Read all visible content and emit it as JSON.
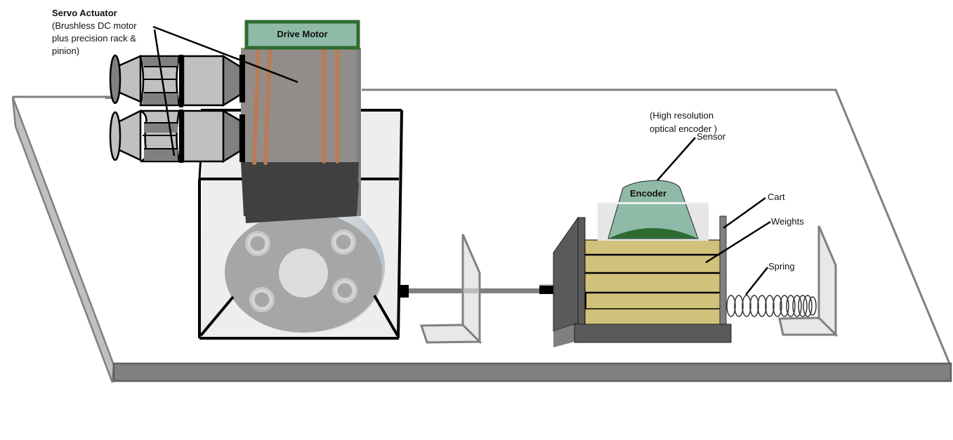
{
  "diagram": {
    "title": "Servo-driven cart and spring test rig",
    "labels": {
      "servo_actuator_title": "Servo Actuator",
      "servo_actuator_desc_1": "(Brushless DC motor",
      "servo_actuator_desc_2": "plus precision rack &",
      "servo_actuator_desc_3": "pinion)",
      "drive_motor": "Drive Motor",
      "encoder_desc_1": "(High resolution",
      "encoder_desc_2": "optical encoder )",
      "sensor": "Sensor",
      "encoder": "Encoder",
      "cart": "Cart",
      "weights": "Weights",
      "spring": "Spring"
    },
    "components": [
      "base-platform",
      "servo-actuator",
      "drive-motor",
      "motor-housing-box",
      "flange-disk",
      "shaft",
      "shaft-guide-bracket",
      "cart",
      "weight-stack",
      "optical-encoder",
      "spring",
      "end-stop-bracket"
    ],
    "weight_plate_count": 5,
    "flange_bolt_count": 4,
    "colors": {
      "platform_edge": "#808080",
      "platform_side": "#c0c0c0",
      "drive_motor_label_bg": "#8fbaa8",
      "drive_motor_border": "#2e6b30",
      "motor_body": "#928d8a",
      "motor_coil": "#b87c58",
      "motor_base": "#404040",
      "flange": "#a6a6a6",
      "weights": "#d0c27a",
      "cart_gray": "#5a5a5a",
      "encoder_body": "#8fbaa8",
      "encoder_base": "#2e6b30",
      "bracket_fill": "#e8e8e8"
    }
  }
}
